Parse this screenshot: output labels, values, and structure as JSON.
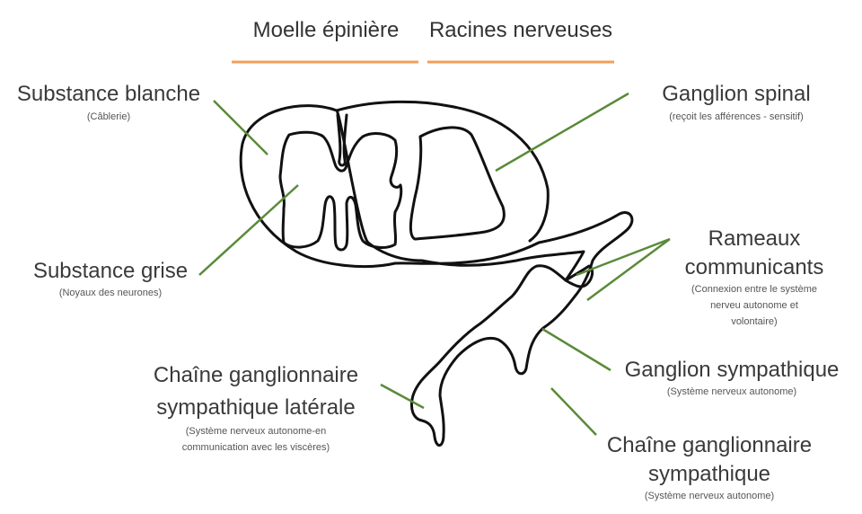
{
  "headers": {
    "spinal_cord": "Moelle épinière",
    "nerve_roots": "Racines nerveuses"
  },
  "labels": {
    "white_matter": {
      "title": "Substance blanche",
      "note": "(Câblerie)"
    },
    "grey_matter": {
      "title": "Substance grise",
      "note": "(Noyaux des neurones)"
    },
    "spinal_ganglion": {
      "title": "Ganglion spinal",
      "note": "(reçoit les afférences - sensitif)"
    },
    "communicating_rami": {
      "title_line1": "Rameaux",
      "title_line2": "communicants",
      "note_line1": "(Connexion entre le système",
      "note_line2": "nerveu autonome et",
      "note_line3": "volontaire)"
    },
    "sympathetic_ganglion": {
      "title": "Ganglion sympathique",
      "note": "(Système nerveux autonome)"
    },
    "lateral_chain": {
      "title_line1": "Chaîne ganglionnaire",
      "title_line2": "sympathique latérale",
      "note_line1": "(Système nerveux autonome-en",
      "note_line2": "communication avec les viscères)"
    },
    "sympathetic_chain": {
      "title_line1": "Chaîne ganglionnaire",
      "title_line2": "sympathique",
      "note": "(Système nerveux autonome)"
    }
  },
  "colors": {
    "header_underline": "#f0a05a",
    "leader_line": "#5a8a3a",
    "outline": "#111111"
  }
}
